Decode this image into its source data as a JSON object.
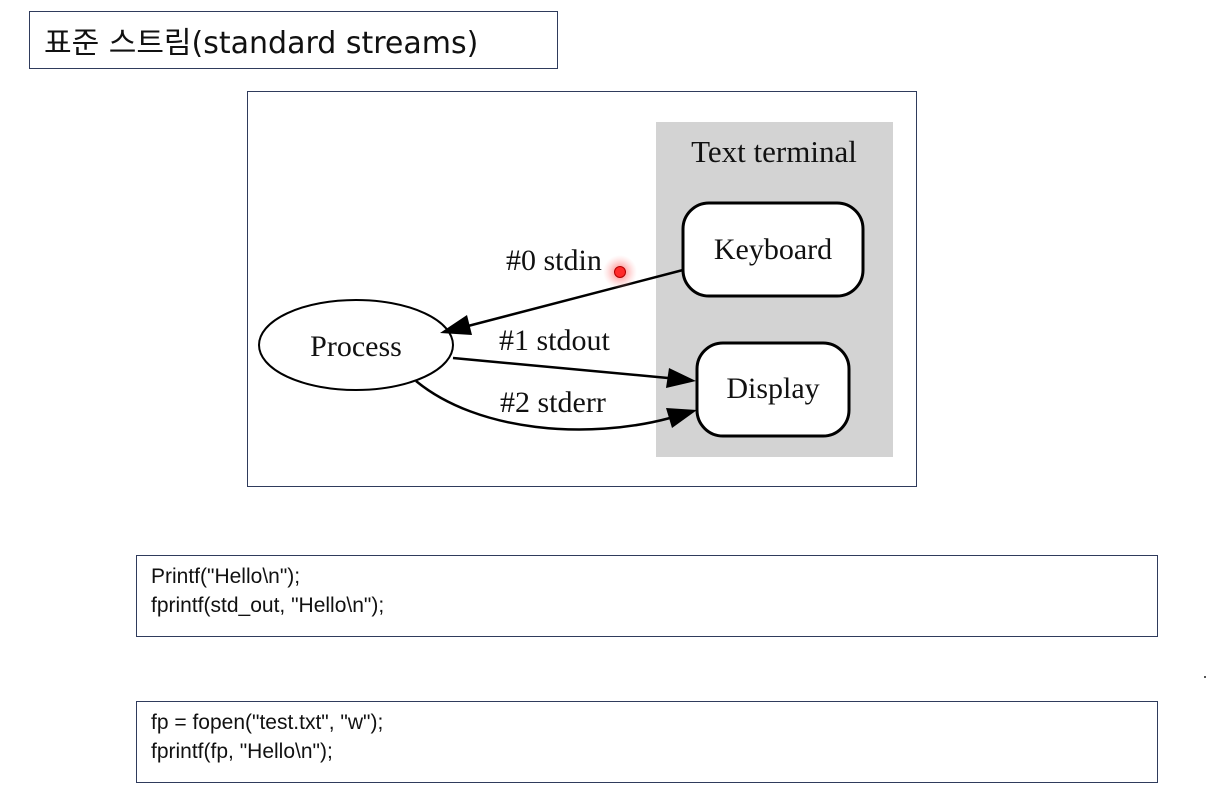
{
  "title": "표준 스트림(standard streams)",
  "diagram": {
    "cluster_label": "Text terminal",
    "nodes": {
      "process": "Process",
      "keyboard": "Keyboard",
      "display": "Display"
    },
    "edges": {
      "stdin": "#0 stdin",
      "stdout": "#1 stdout",
      "stderr": "#2 stderr"
    },
    "cluster_fill": "#d3d3d3",
    "pointer_color": "#ff2a2a"
  },
  "code_blocks": [
    {
      "lines": [
        "Printf(\"Hello\\n\");",
        "fprintf(std_out, \"Hello\\n\");"
      ]
    },
    {
      "lines": [
        "fp = fopen(\"test.txt\", \"w\");",
        "fprintf(fp, \"Hello\\n\");"
      ]
    }
  ]
}
